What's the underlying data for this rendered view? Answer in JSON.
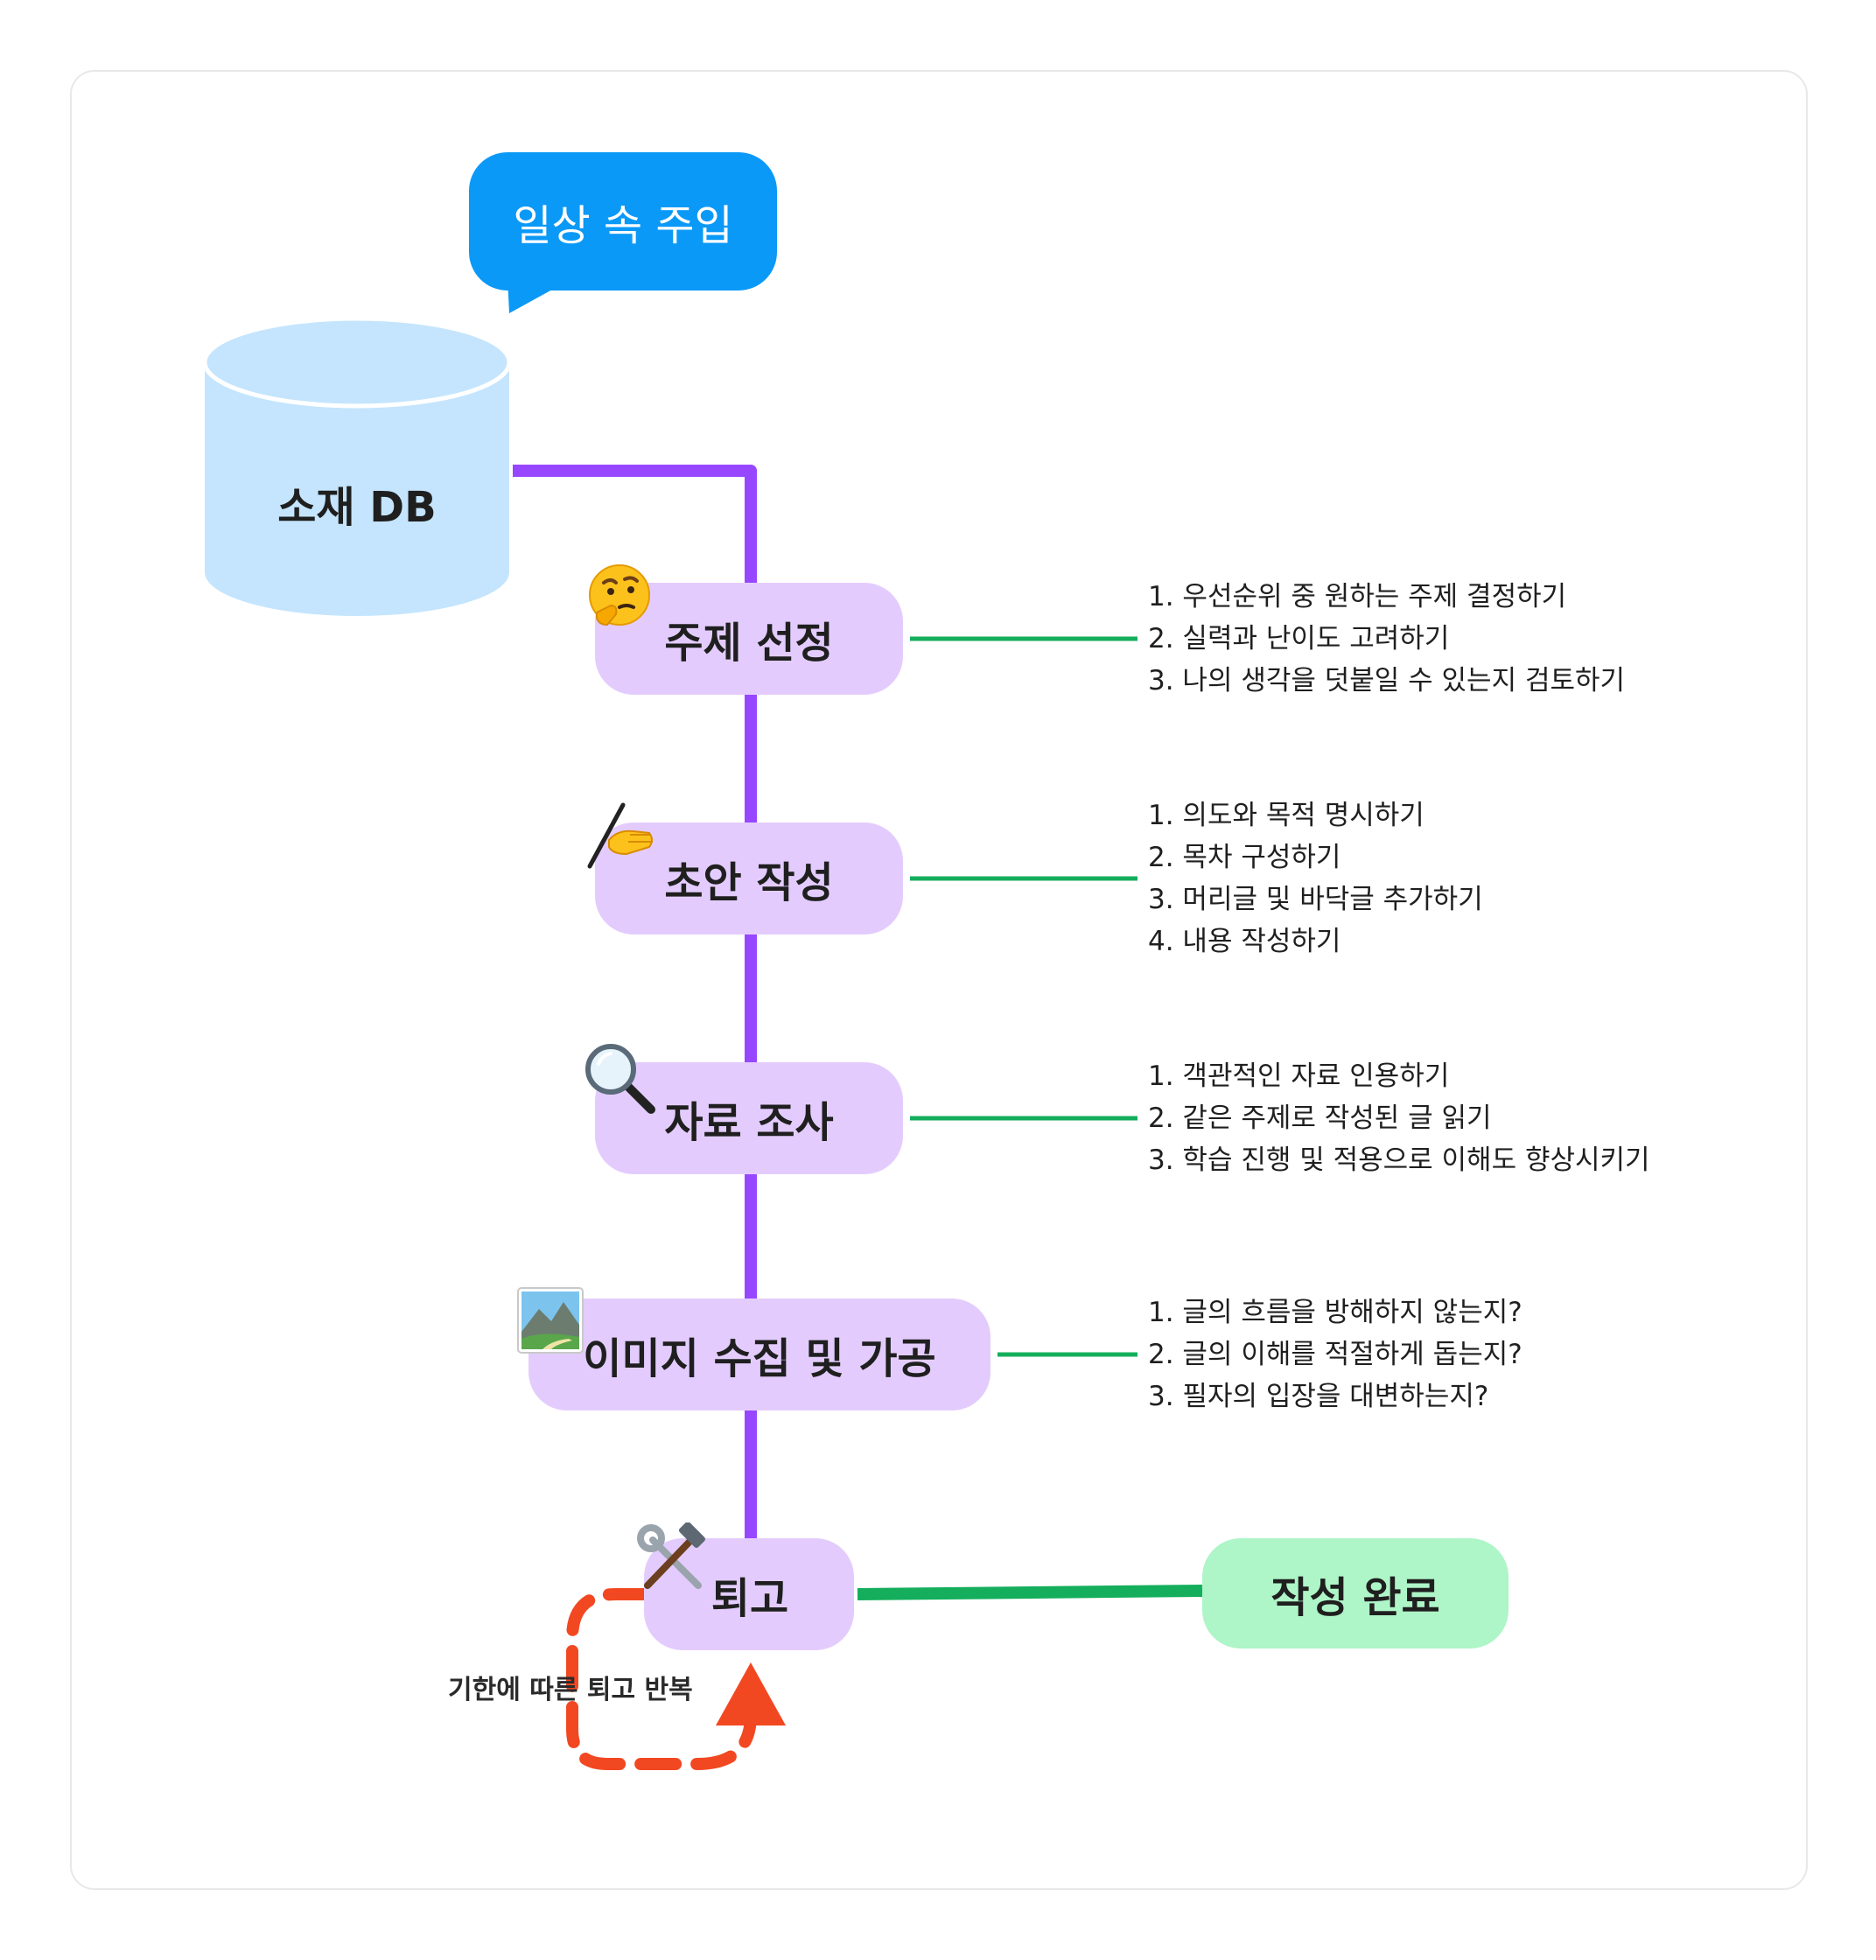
{
  "bubble": {
    "text": "일상 속 주입"
  },
  "database": {
    "label": "소재 DB"
  },
  "steps": [
    {
      "label": "주제 선정",
      "icon": "thinking-face-icon",
      "items": [
        "1. 우선순위 중 원하는 주제 결정하기",
        "2. 실력과 난이도 고려하기",
        "3. 나의 생각을 덧붙일 수 있는지 검토하기"
      ]
    },
    {
      "label": "초안 작성",
      "icon": "writing-hand-icon",
      "items": [
        "1. 의도와 목적 명시하기",
        "2. 목차 구성하기",
        "3. 머리글 및 바닥글 추가하기",
        "4. 내용 작성하기"
      ]
    },
    {
      "label": "자료 조사",
      "icon": "magnifying-glass-icon",
      "items": [
        "1. 객관적인 자료 인용하기",
        "2. 같은 주제로 작성된 글 읽기",
        "3. 학습 진행 및 적용으로 이해도 향상시키기"
      ]
    },
    {
      "label": "이미지 수집 및 가공",
      "icon": "landscape-picture-icon",
      "items": [
        "1. 글의 흐름을 방해하지 않는지?",
        "2. 글의 이해를 적절하게 돕는지?",
        "3. 필자의 입장을 대변하는지?"
      ]
    },
    {
      "label": "퇴고",
      "icon": "hammer-and-wrench-icon",
      "items": []
    }
  ],
  "final": {
    "label": "작성 완료"
  },
  "loop": {
    "label": "기한에 따른 퇴고 반복"
  },
  "colors": {
    "bubble": "#0b99f7",
    "database": "#c4e5fd",
    "step": "#e3ccfd",
    "final": "#aef5c7",
    "spine": "#9747ff",
    "connector": "#14ae5c",
    "loop_arrow": "#f24822"
  }
}
